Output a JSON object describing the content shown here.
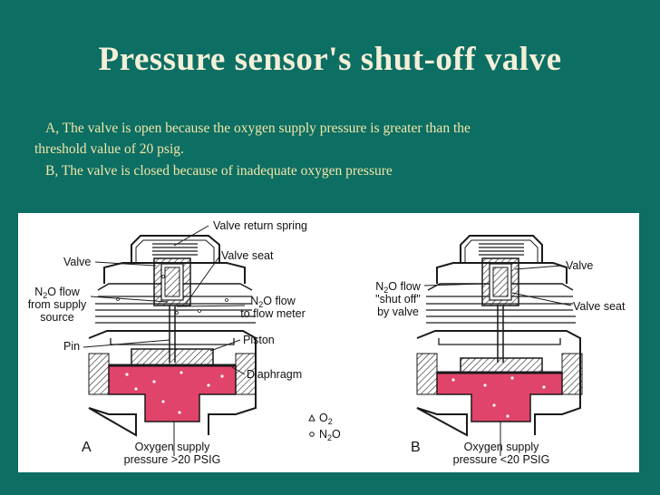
{
  "title": "Pressure sensor's shut-off valve",
  "caption": {
    "line1": "A, The valve is open because the oxygen supply pressure is greater than the",
    "line2": "threshold value of 20 psig.",
    "line3": "B, The valve is closed because of inadequate oxygen pressure"
  },
  "diagram_a": {
    "label_valve_return_spring": "Valve return spring",
    "label_valve": "Valve",
    "label_valve_seat": "Valve seat",
    "n2o_supply_pre": "N",
    "n2o_supply_sub": "2",
    "n2o_supply_post": "O flow",
    "n2o_supply_line2": "from supply",
    "n2o_supply_line3": "source",
    "n2o_meter_pre": "N",
    "n2o_meter_sub": "2",
    "n2o_meter_post": "O flow",
    "n2o_meter_line2": "to flow meter",
    "label_piston": "Piston",
    "label_pin": "Pin",
    "label_diaphragm": "Diaphragm",
    "supply_line1": "Oxygen supply",
    "supply_line2": "pressure >20 PSIG",
    "letter": "A"
  },
  "legend": {
    "o2_pre": "O",
    "o2_sub": "2",
    "n2o_pre": "N",
    "n2o_sub": "2",
    "n2o_post": "O"
  },
  "diagram_b": {
    "label_valve": "Valve",
    "label_valve_seat": "Valve seat",
    "n2o_pre": "N",
    "n2o_sub": "2",
    "n2o_post": "O flow",
    "n2o_line2": "\"shut off\"",
    "n2o_line3": "by valve",
    "supply_line1": "Oxygen supply",
    "supply_line2": "pressure <20 PSIG",
    "letter": "B"
  },
  "colors": {
    "background": "#0d6e63",
    "title": "#f4efd8",
    "caption": "#f2e6a8",
    "oxygen_chamber": "#e0446a",
    "line": "#1a1a1a"
  }
}
